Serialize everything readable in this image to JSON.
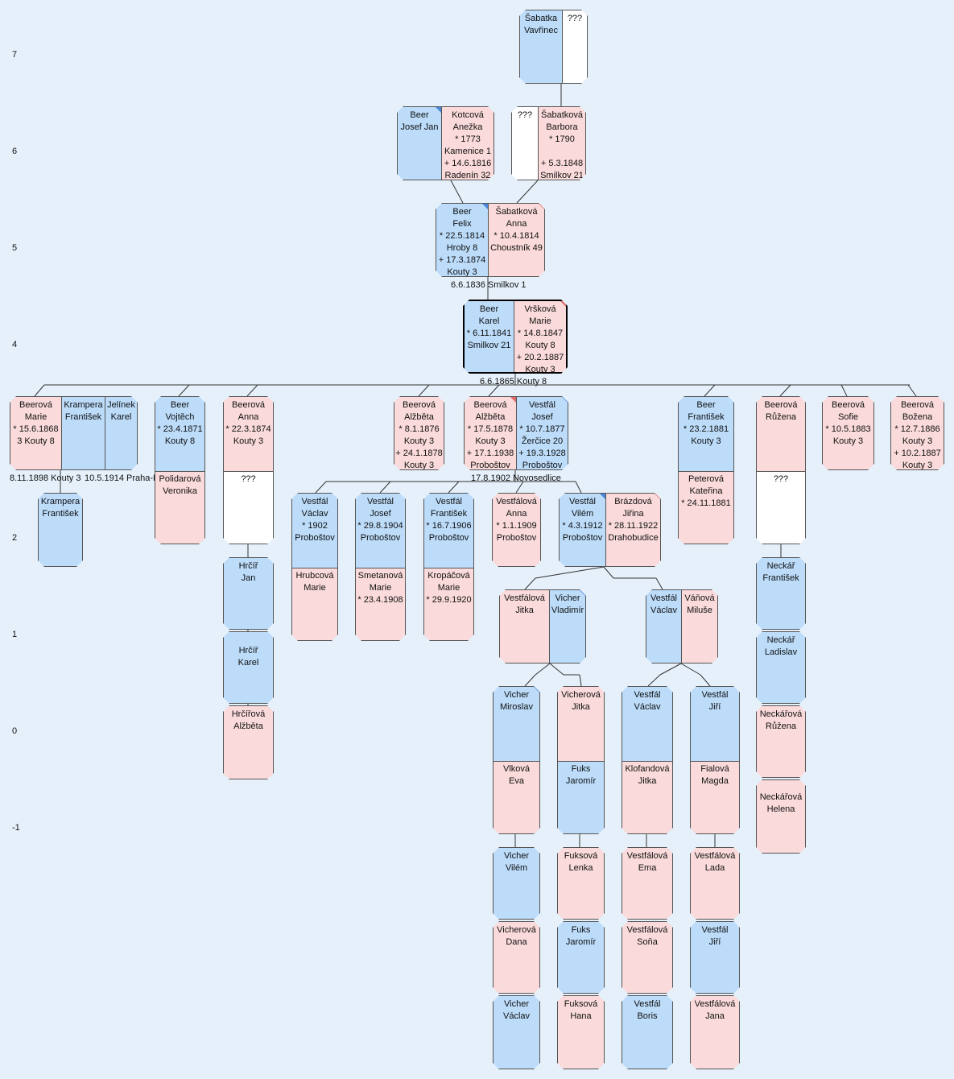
{
  "generations": [
    "7",
    "6",
    "5",
    "4",
    "2",
    "1",
    "0",
    "-1"
  ],
  "marriage_labels": [
    "6.6.1836 Smilkov 1",
    "6.6.1865 Kouty 8",
    "8.11.1898 Kouty 3",
    "10.5.1914 Praha-L",
    "17.8.1902 Novosedlice"
  ],
  "persons": {
    "p1": "Šabatka\nVavřinec",
    "p2": "???",
    "p3": "Beer\nJosef Jan",
    "p4": "Kotcová\nAnežka\n* 1773\nKamenice 1\n+ 14.6.1816\nRadenín 32",
    "p5": "???",
    "p6": "Šabatková\nBarbora\n* 1790\n\n+ 5.3.1848\nSmilkov 21",
    "p7": "Beer\nFelix\n* 22.5.1814\nHroby 8\n+ 17.3.1874\nKouty 3",
    "p8": "Šabatková\nAnna\n* 10.4.1814\nChoustník 49",
    "p9": "Beer\nKarel\n* 6.11.1841\nSmilkov 21",
    "p10": "Vršková\nMarie\n* 14.8.1847\nKouty 8\n+ 20.2.1887\nKouty 3",
    "p11": "Beerová\nMarie\n* 15.6.1868\n3 Kouty 8",
    "p12": "Krampera\nFrantišek",
    "p13": "Jelínek\nKarel",
    "p14": "Beer\nVojtěch\n* 23.4.1871\nKouty 8",
    "p15": "Polidarová\nVeronika",
    "p16": "Beerová\nAnna\n* 22.3.1874\nKouty 3",
    "p17": "???",
    "p18": "Beerová\nAlžběta\n* 8.1.1876\nKouty 3\n+ 24.1.1878\nKouty 3",
    "p19": "Beerová\nAlžběta\n* 17.5.1878\nKouty 3\n+ 17.1.1938\nProboštov",
    "p20": "Vestfál\nJosef\n* 10.7.1877\nŽerčice 20\n+ 19.3.1928\nProboštov",
    "p21": "Beer\nFrantišek\n* 23.2.1881\nKouty 3",
    "p22": "Peterová\nKateřina\n* 24.11.1881",
    "p23": "Beerová\nRůžena",
    "p24": "???",
    "p25": "Beerová\nSofie\n* 10.5.1883\nKouty 3",
    "p26": "Beerová\nBožena\n* 12.7.1886\nKouty 3\n+ 10.2.1887\nKouty 3",
    "p27": "Krampera\nFrantišek",
    "p28": "Vestfál\nVáclav\n* 1902\nProboštov",
    "p29": "Hrubcová\nMarie",
    "p30": "Vestfál\nJosef\n* 29.8.1904\nProboštov",
    "p31": "Smetanová\nMarie\n* 23.4.1908",
    "p32": "Vestfál\nFrantišek\n* 16.7.1906\nProboštov",
    "p33": "Kropáčová\nMarie\n* 29.9.1920",
    "p34": "Vestfálová\nAnna\n* 1.1.1909\nProboštov",
    "p35": "Vestfál\nVilém\n* 4.3.1912\nProboštov",
    "p36": "Brázdová\nJiřina\n* 28.11.1922\nDrahobudice",
    "p37": "Hrčíř\nJan",
    "p38": "Hrčíř\nKarel",
    "p39": "Hrčířová\nAlžběta",
    "p40": "Neckář\nFrantišek",
    "p41": "Neckář\nLadislav",
    "p42": "Neckářová\nRůžena",
    "p43": "Neckářová\nHelena",
    "p44": "Vestfálová\nJitka",
    "p45": "Vicher\nVladimír",
    "p46": "Vestfál\nVáclav",
    "p47": "Váňová\nMiluše",
    "p48": "Vicher\nMiroslav",
    "p49": "Vlková\nEva",
    "p50": "Vicherová\nJitka",
    "p51": "Fuks\nJaromír",
    "p52": "Vestfál\nVáclav",
    "p53": "Klofandová\nJitka",
    "p54": "Vestfál\nJiří",
    "p55": "Fialová\nMagda",
    "p56": "Vicher\nVilém",
    "p57": "Vicherová\nDana",
    "p58": "Vicher\nVáclav",
    "p59": "Fuksová\nLenka",
    "p60": "Fuks\nJaromír",
    "p61": "Fuksová\nHana",
    "p62": "Vestfálová\nEma",
    "p63": "Vestfálová\nSoňa",
    "p64": "Vestfál\nBoris",
    "p65": "Vestfálová\nLada",
    "p66": "Vestfál\nJiří",
    "p67": "Vestfálová\nJana"
  },
  "colors": {
    "male": "#bcdcfa",
    "female": "#fadada",
    "unknown": "#ffffff",
    "background": "#e6f0fa",
    "line": "#333333"
  }
}
